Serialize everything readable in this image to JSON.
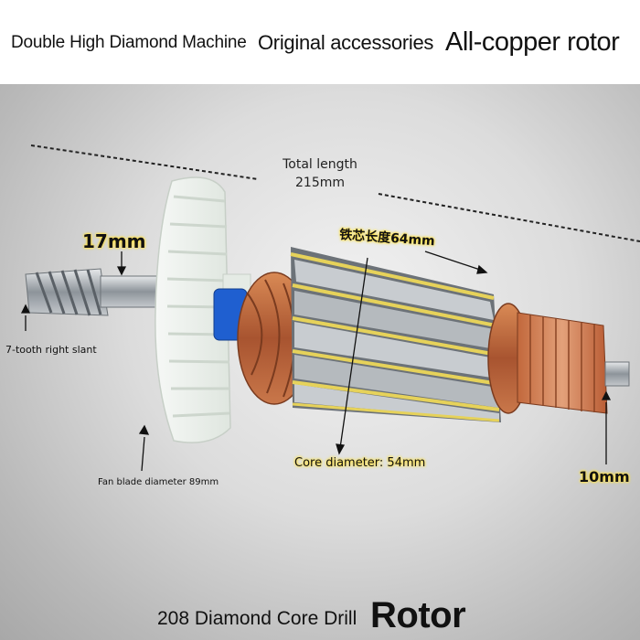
{
  "header": {
    "item1": "Double High Diamond Machine",
    "item2": "Original accessories",
    "item3": "All-copper rotor"
  },
  "annotations": {
    "total_length_label": "Total length",
    "total_length_value": "215mm",
    "shaft_diameter": "17mm",
    "core_length": "铁芯长度64mm",
    "gear_teeth": "7-tooth right slant",
    "core_diameter": "Core diameter: 54mm",
    "fan_diameter": "Fan blade diameter 89mm",
    "end_shaft_diameter": "10mm"
  },
  "footer": {
    "product": "208 Diamond Core Drill",
    "part": "Rotor"
  },
  "colors": {
    "copper": "#b8643a",
    "steel": "#9aa0a6",
    "fan": "#eef2ee",
    "insulation": "#e6d25a",
    "bearing": "#1f5fd0",
    "highlight": "#ffe24a"
  }
}
